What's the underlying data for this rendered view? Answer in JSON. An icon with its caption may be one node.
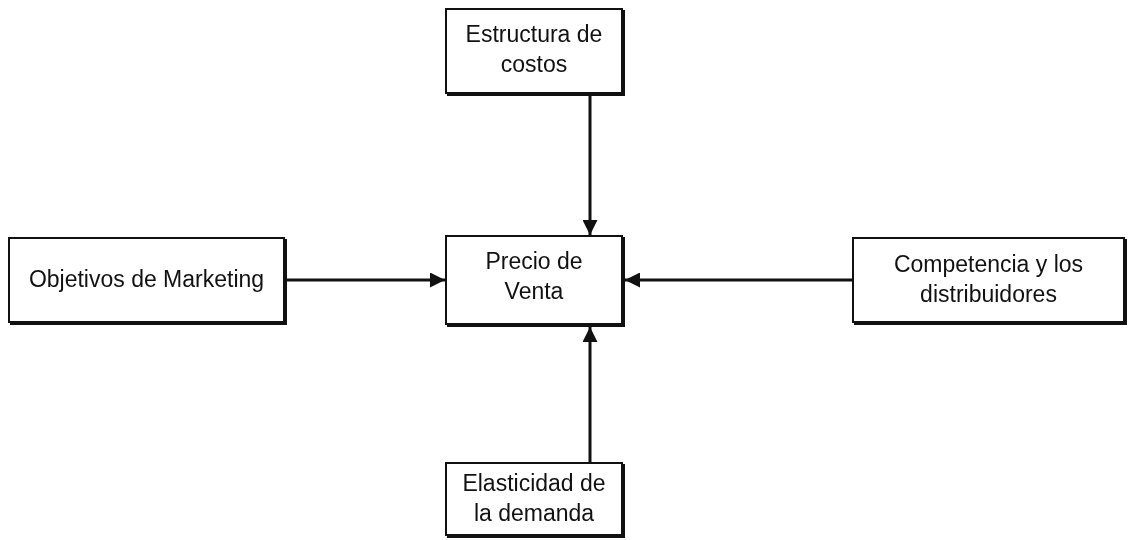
{
  "diagram": {
    "nodes": [
      {
        "text": [
          "Estructura de costos"
        ]
      },
      {
        "text": [
          "Objetivos de Marketing"
        ]
      },
      {
        "text": [
          "Precio de Venta"
        ]
      },
      {
        "text": [
          "Competencia y los distribuidores"
        ]
      },
      {
        "text": [
          "Elasticidad de la demanda"
        ]
      }
    ],
    "edges": [
      {
        "from": 0,
        "to": 2,
        "arrow": "to"
      },
      {
        "from": 1,
        "to": 2,
        "arrow": "to"
      },
      {
        "from": 3,
        "to": 2,
        "arrow": "to"
      },
      {
        "from": 4,
        "to": 2,
        "arrow": "to"
      }
    ]
  }
}
